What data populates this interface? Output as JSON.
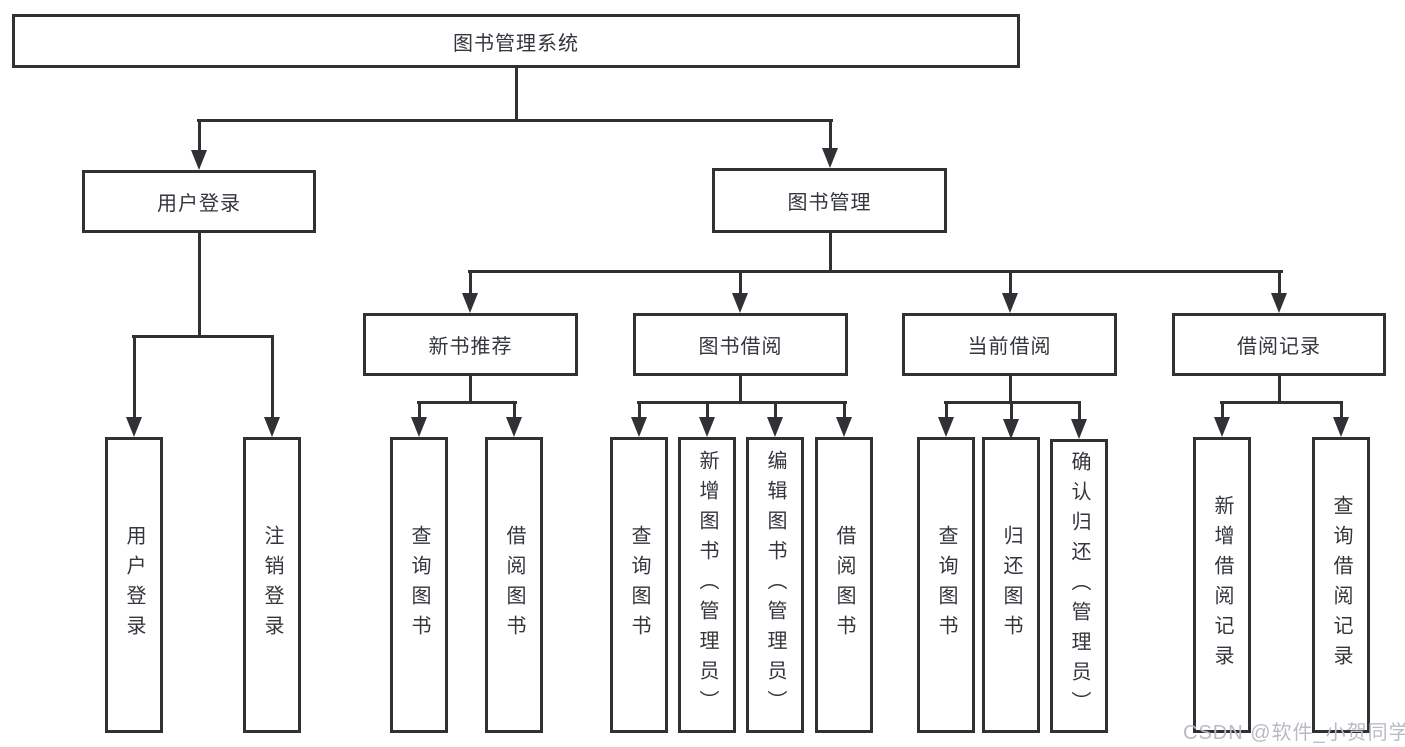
{
  "page": {
    "watermark": "CSDN @软件_小贺同学"
  },
  "colors": {
    "line": "#2f3134",
    "text": "#33363b",
    "watermark": "#b8bcc2",
    "background": "#ffffff"
  },
  "diagram": {
    "type": "hierarchy-tree",
    "root": {
      "label": "图书管理系统"
    },
    "branches": [
      {
        "label": "用户登录",
        "children": [
          {
            "label": "用户登录"
          },
          {
            "label": "注销登录"
          }
        ]
      },
      {
        "label": "图书管理",
        "children": [
          {
            "label": "新书推荐",
            "children": [
              {
                "label": "查询图书"
              },
              {
                "label": "借阅图书"
              }
            ]
          },
          {
            "label": "图书借阅",
            "children": [
              {
                "label": "查询图书"
              },
              {
                "label": "新增图书（管理员）"
              },
              {
                "label": "编辑图书（管理员）"
              },
              {
                "label": "借阅图书"
              }
            ]
          },
          {
            "label": "当前借阅",
            "children": [
              {
                "label": "查询图书"
              },
              {
                "label": "归还图书"
              },
              {
                "label": "确认归还（管理员）"
              }
            ]
          },
          {
            "label": "借阅记录",
            "children": [
              {
                "label": "新增借阅记录"
              },
              {
                "label": "查询借阅记录"
              }
            ]
          }
        ]
      }
    ]
  }
}
